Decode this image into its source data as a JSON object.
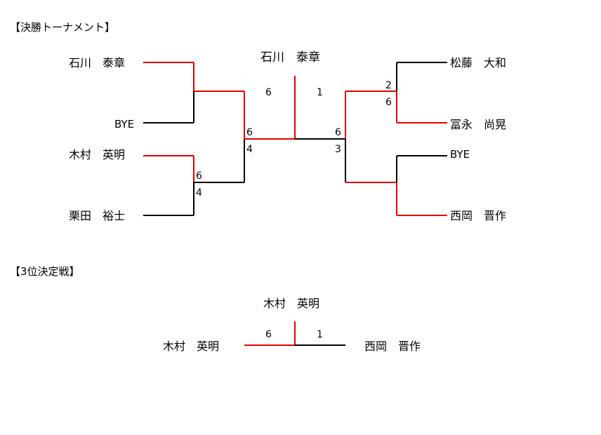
{
  "sections": {
    "final_title": "【決勝トーナメント】",
    "third_title": "【3位決定戦】"
  },
  "colors": {
    "winner_line": "#e00000",
    "loser_line": "#000000"
  },
  "final": {
    "champion": "石川　泰章",
    "left_players": [
      "石川　泰章",
      "BYE",
      "木村　英明",
      "栗田　裕士"
    ],
    "right_players": [
      "松藤　大和",
      "冨永　尚晃",
      "BYE",
      "西岡　晋作"
    ],
    "scores": {
      "final_left": "6",
      "final_right": "1",
      "left_semi_top": "6",
      "left_semi_bottom": "4",
      "right_semi_top": "6",
      "right_semi_bottom": "3",
      "left_r1_bottom_top": "6",
      "left_r1_bottom_bottom": "4",
      "right_r1_top_top": "2",
      "right_r1_top_bottom": "6"
    }
  },
  "third_place": {
    "winner": "木村　英明",
    "left_player": "木村　英明",
    "right_player": "西岡　晋作",
    "score_left": "6",
    "score_right": "1"
  }
}
